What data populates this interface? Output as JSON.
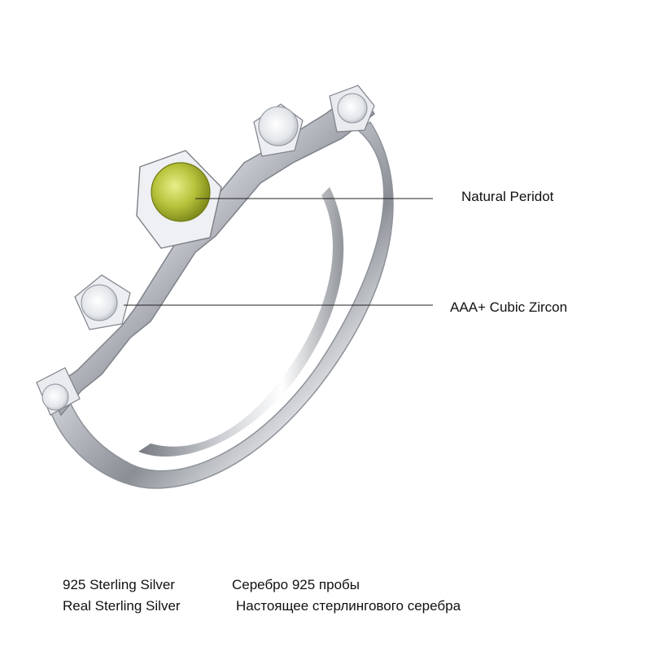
{
  "callouts": {
    "peridot": "Natural Peridot",
    "zircon": "AAA+ Cubic Zircon"
  },
  "footer": {
    "row1_en": "925 Sterling Silver",
    "row1_ru": "Серебро 925 пробы",
    "row2_en": "Real Sterling Silver",
    "row2_ru": "Настоящее стерлингового серебра"
  },
  "colors": {
    "background": "#ffffff",
    "silver_light": "#f4f5f7",
    "silver_dark": "#7b7f86",
    "peridot": "#a8b82a",
    "zircon": "#f2f4f6"
  }
}
